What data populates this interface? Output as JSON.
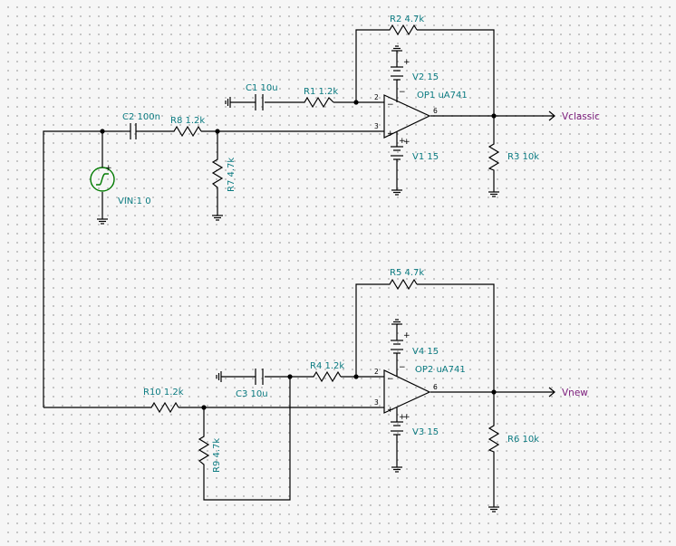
{
  "components": {
    "R1": {
      "ref": "R1",
      "value": "1.2k"
    },
    "R2": {
      "ref": "R2",
      "value": "4.7k"
    },
    "R3": {
      "ref": "R3",
      "value": "10k"
    },
    "R4": {
      "ref": "R4",
      "value": "1.2k"
    },
    "R5": {
      "ref": "R5",
      "value": "4.7k"
    },
    "R6": {
      "ref": "R6",
      "value": "10k"
    },
    "R7": {
      "ref": "R7",
      "value": "4.7k"
    },
    "R8": {
      "ref": "R8",
      "value": "1.2k"
    },
    "R9": {
      "ref": "R9",
      "value": "4.7k"
    },
    "R10": {
      "ref": "R10",
      "value": "1.2k"
    },
    "C1": {
      "ref": "C1",
      "value": "10u"
    },
    "C2": {
      "ref": "C2",
      "value": "100n"
    },
    "C3": {
      "ref": "C3",
      "value": "10u"
    },
    "V1": {
      "ref": "V1",
      "value": "15"
    },
    "V2": {
      "ref": "V2",
      "value": "15"
    },
    "V3": {
      "ref": "V3",
      "value": "15"
    },
    "V4": {
      "ref": "V4",
      "value": "15"
    },
    "VIN": {
      "ref": "VIN:1",
      "value": "0"
    },
    "OP1": {
      "ref": "OP1",
      "value": "uA741"
    },
    "OP2": {
      "ref": "OP2",
      "value": "uA741"
    }
  },
  "nets": {
    "vclassic": "Vclassic",
    "vnew": "Vnew"
  },
  "pins": {
    "p2": "2",
    "p3": "3",
    "p6": "6",
    "plus": "+",
    "minus": "−"
  }
}
